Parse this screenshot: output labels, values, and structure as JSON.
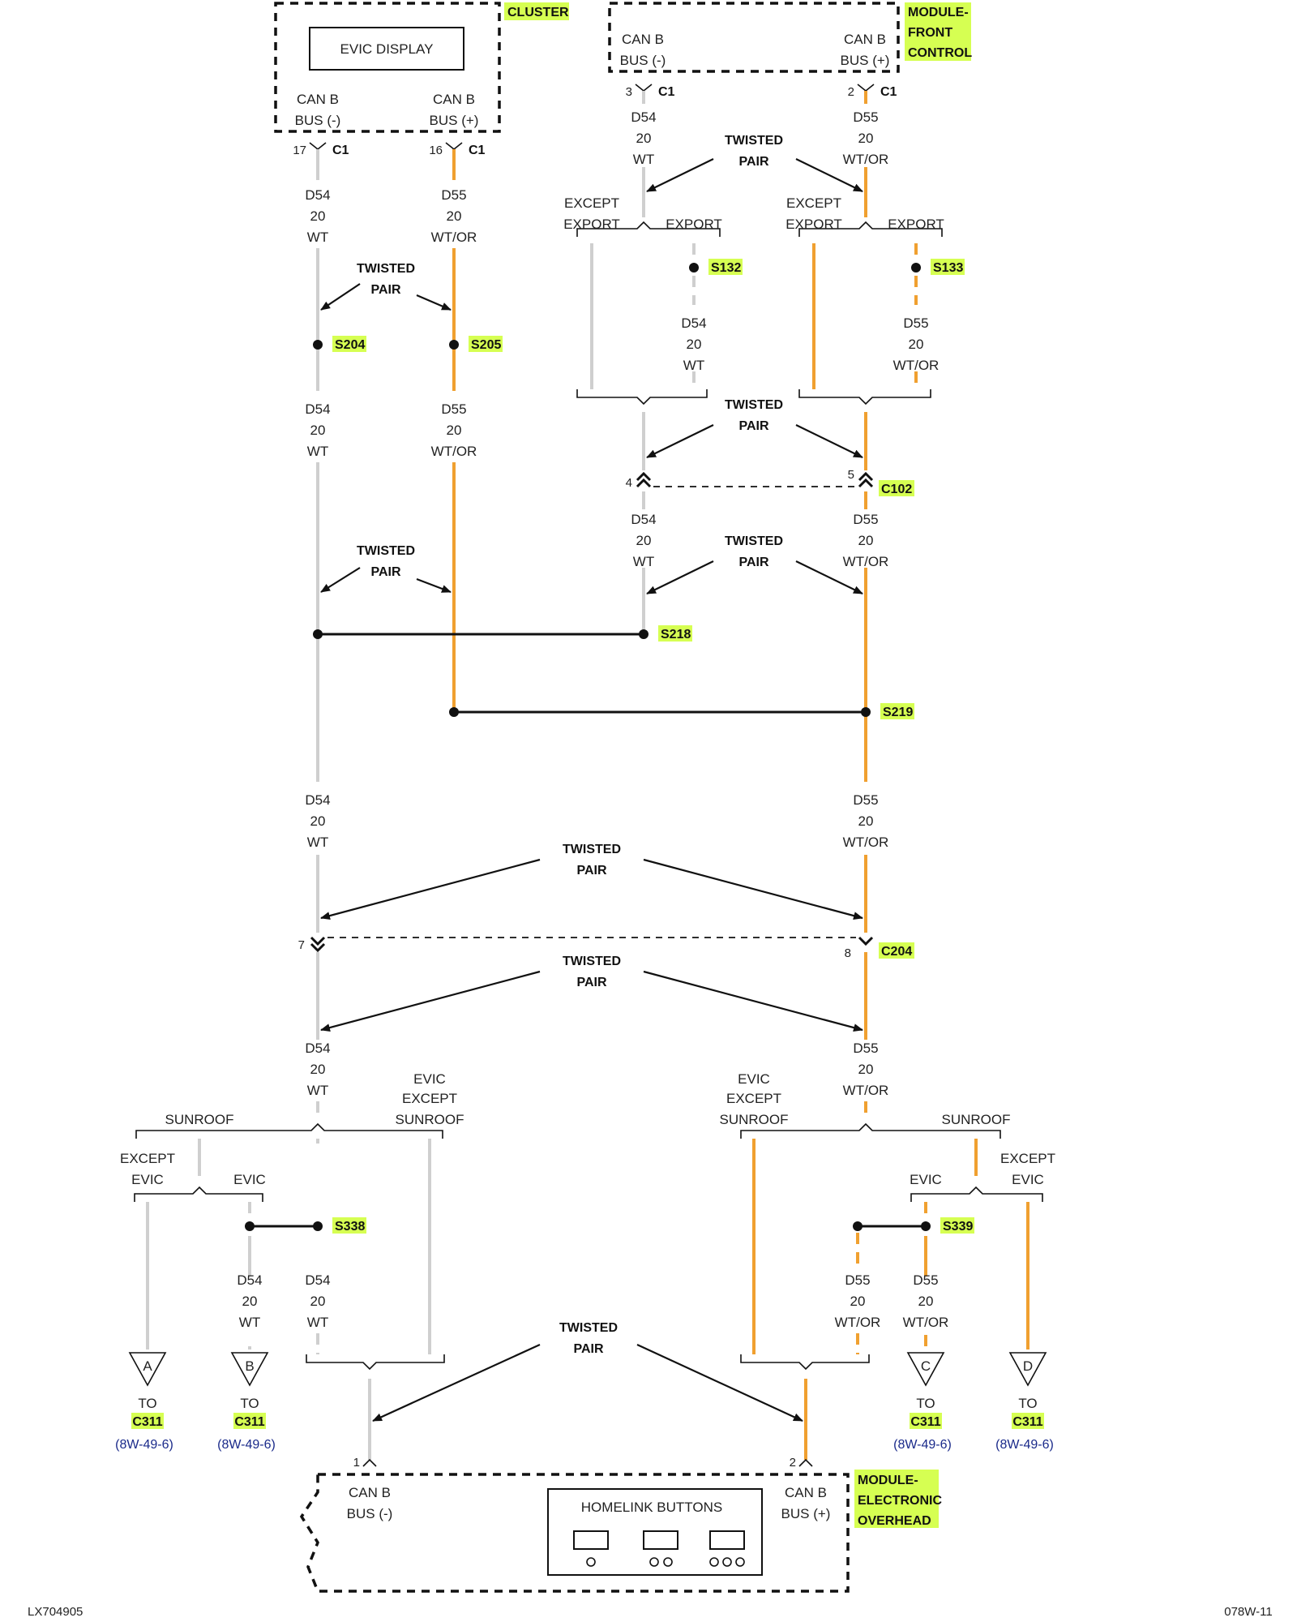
{
  "modules": {
    "cluster": {
      "name": "CLUSTER",
      "display": "EVIC DISPLAY",
      "neg": [
        "CAN B",
        "BUS (-)"
      ],
      "pos": [
        "CAN B",
        "BUS (+)"
      ]
    },
    "front_control": {
      "name": [
        "MODULE-",
        "FRONT",
        "CONTROL"
      ],
      "neg": [
        "CAN B",
        "BUS (-)"
      ],
      "pos": [
        "CAN B",
        "BUS (+)"
      ]
    },
    "overhead": {
      "name": [
        "MODULE-",
        "ELECTRONIC",
        "OVERHEAD"
      ],
      "homelink": "HOMELINK BUTTONS",
      "neg": [
        "CAN B",
        "BUS (-)"
      ],
      "pos": [
        "CAN B",
        "BUS (+)"
      ]
    }
  },
  "connectors": {
    "c1": "C1",
    "c102": "C102",
    "c204": "C204",
    "pins": {
      "p17": "17",
      "p16": "16",
      "p3": "3",
      "p2": "2",
      "p4": "4",
      "p5": "5",
      "p7": "7",
      "p8": "8",
      "p1b": "1",
      "p2b": "2"
    }
  },
  "splices": {
    "s132": "S132",
    "s133": "S133",
    "s204": "S204",
    "s205": "S205",
    "s218": "S218",
    "s219": "S219",
    "s338": "S338",
    "s339": "S339"
  },
  "wire": {
    "d54": "D54",
    "d55": "D55",
    "gauge": "20",
    "wt": "WT",
    "wtor": "WT/OR"
  },
  "labels": {
    "twisted": "TWISTED",
    "pair": "PAIR",
    "except": "EXCEPT",
    "export": "EXPORT",
    "evic": "EVIC",
    "sunroof": "SUNROOF"
  },
  "offpage": {
    "a": {
      "letter": "A",
      "to": "TO",
      "conn": "C311",
      "ref": "(8W-49-6)"
    },
    "b": {
      "letter": "B",
      "to": "TO",
      "conn": "C311",
      "ref": "(8W-49-6)"
    },
    "c": {
      "letter": "C",
      "to": "TO",
      "conn": "C311",
      "ref": "(8W-49-6)"
    },
    "d": {
      "letter": "D",
      "to": "TO",
      "conn": "C311",
      "ref": "(8W-49-6)"
    }
  },
  "footer": {
    "left": "LX704905",
    "right": "078W-11"
  },
  "colors": {
    "wt_wire": "#cfcfcf",
    "or_wire": "#f0a030",
    "highlight": "#d6ff52"
  }
}
